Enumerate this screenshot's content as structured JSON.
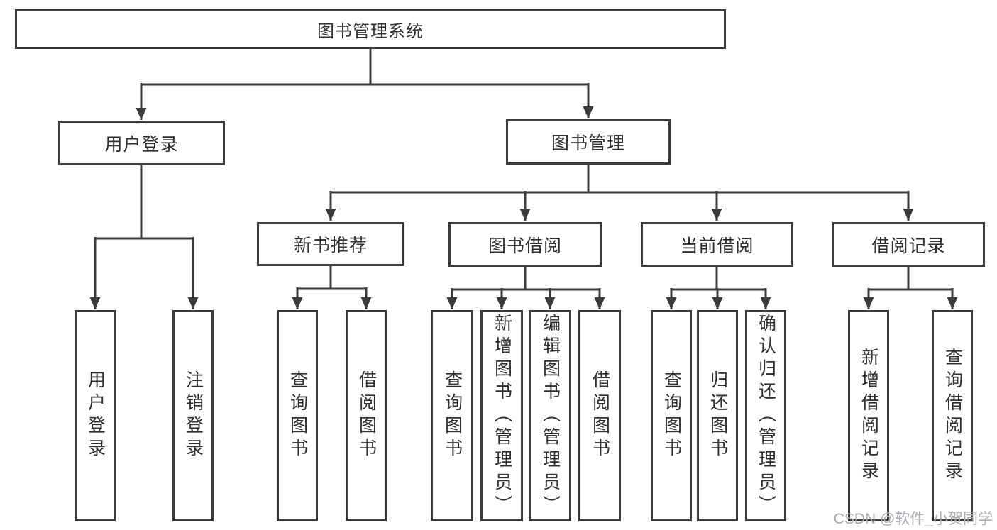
{
  "tree": {
    "root": {
      "label": "图书管理系统"
    },
    "branches": [
      {
        "label": "用户登录",
        "children": [
          {
            "label": "用户登录"
          },
          {
            "label": "注销登录"
          }
        ]
      },
      {
        "label": "图书管理",
        "children": [
          {
            "label": "新书推荐",
            "children": [
              {
                "label": "查询图书"
              },
              {
                "label": "借阅图书"
              }
            ]
          },
          {
            "label": "图书借阅",
            "children": [
              {
                "label": "查询图书"
              },
              {
                "label": "新增图书（管理员）"
              },
              {
                "label": "编辑图书（管理员）"
              },
              {
                "label": "借阅图书"
              }
            ]
          },
          {
            "label": "当前借阅",
            "children": [
              {
                "label": "查询图书"
              },
              {
                "label": "归还图书"
              },
              {
                "label": "确认归还（管理员）"
              }
            ]
          },
          {
            "label": "借阅记录",
            "children": [
              {
                "label": "新增借阅记录"
              },
              {
                "label": "查询借阅记录"
              }
            ]
          }
        ]
      }
    ]
  },
  "watermark": {
    "text": "CSDN @软件_小贺同学"
  },
  "colors": {
    "line": "#3b3b3b",
    "text": "#2f2f2f",
    "box_background": "#ffffff",
    "page_background": "#ffffff",
    "watermark": "#a9a9b3"
  }
}
